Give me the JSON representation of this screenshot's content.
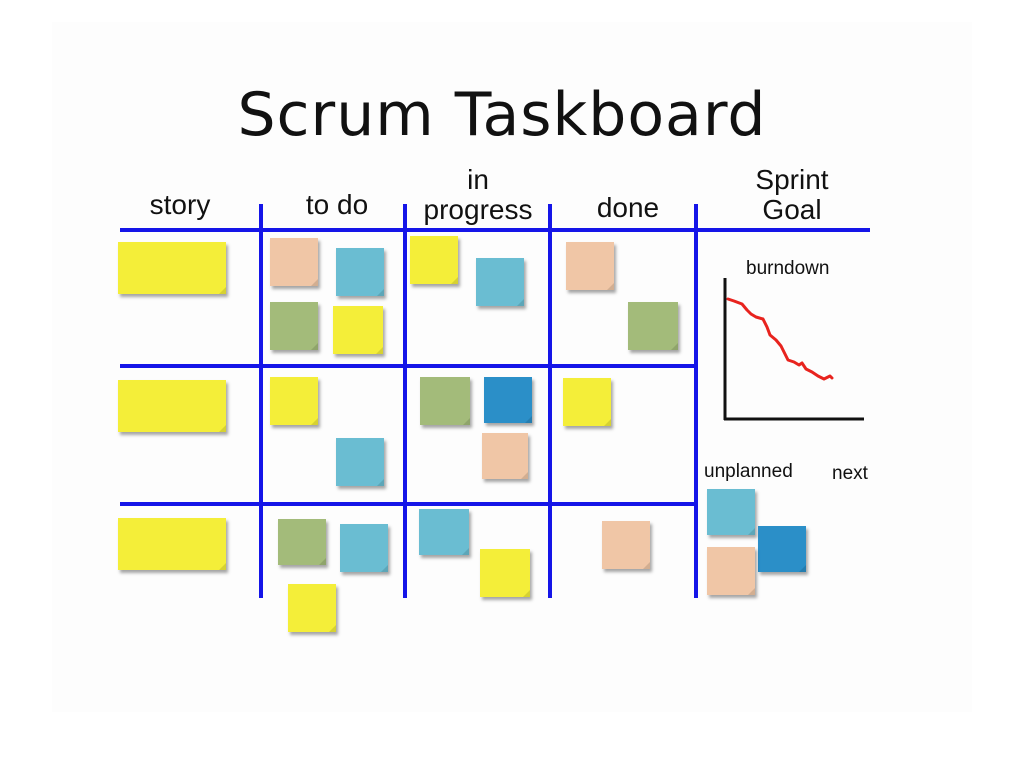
{
  "title": "Scrum Taskboard",
  "columns": {
    "story": "story",
    "todo": "to do",
    "in_progress_line1": "in",
    "in_progress_line2": "progress",
    "done": "done",
    "sprint_goal_line1": "Sprint",
    "sprint_goal_line2": "Goal"
  },
  "burndown_label": "burndown",
  "unplanned_label": "unplanned",
  "next_label": "next",
  "colors": {
    "grid": "#1515e8",
    "yellow_note": "#f4ee39",
    "peach_note": "#f0c6a6",
    "blue_note": "#6abdd2",
    "green_note": "#a3bb7a",
    "dark_blue_note": "#2b8fc8",
    "burndown_line": "#e8231e"
  }
}
